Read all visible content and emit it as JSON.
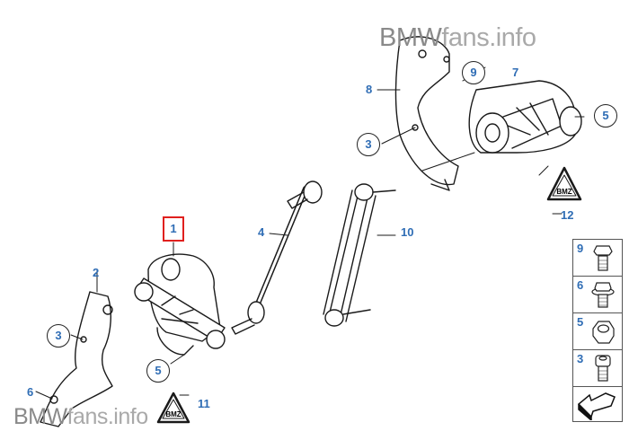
{
  "watermark_top": {
    "brand": "BMW",
    "suffix": "fans.info"
  },
  "watermark_bottom": {
    "brand": "BMW",
    "suffix": "fans.info"
  },
  "callouts": {
    "selected": "1",
    "c2": "2",
    "c3_left": "3",
    "c4": "4",
    "c5_bottom": "5",
    "c6": "6",
    "c7": "7",
    "c8": "8",
    "c9_top": "9",
    "c10": "10",
    "c11": "11",
    "c12": "12",
    "c3_top": "3",
    "c5_right": "5"
  },
  "legend": [
    {
      "num": "9",
      "icon": "hex-flange-bolt"
    },
    {
      "num": "6",
      "icon": "flange-bolt"
    },
    {
      "num": "5",
      "icon": "hex-nut"
    },
    {
      "num": "3",
      "icon": "socket-screw"
    }
  ],
  "colors": {
    "callout": "#2f6db5",
    "selection": "#e0201e"
  }
}
